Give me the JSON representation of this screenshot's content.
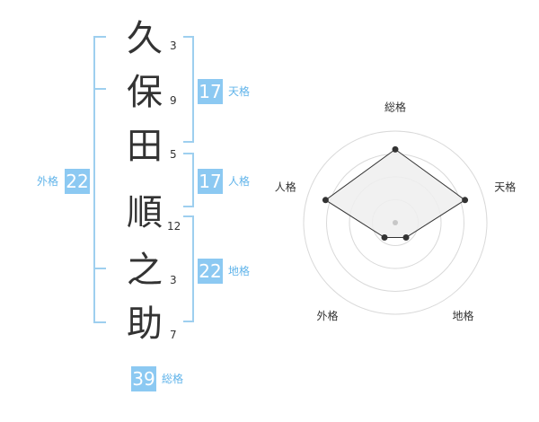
{
  "name": {
    "characters": [
      {
        "char": "久",
        "strokes": "3"
      },
      {
        "char": "保",
        "strokes": "9"
      },
      {
        "char": "田",
        "strokes": "5"
      },
      {
        "char": "順",
        "strokes": "12"
      },
      {
        "char": "之",
        "strokes": "3"
      },
      {
        "char": "助",
        "strokes": "7"
      }
    ]
  },
  "kaku": {
    "tenkaku": {
      "value": "17",
      "label": "天格"
    },
    "jinkaku": {
      "value": "17",
      "label": "人格"
    },
    "chikaku": {
      "value": "22",
      "label": "地格"
    },
    "gaikaku": {
      "value": "22",
      "label": "外格"
    },
    "soukaku": {
      "value": "39",
      "label": "総格"
    }
  },
  "radar": {
    "axes": [
      "総格",
      "天格",
      "地格",
      "外格",
      "人格"
    ],
    "values": [
      4,
      4,
      1,
      1,
      4
    ],
    "max": 5,
    "colors": {
      "ring": "#d9d9d9",
      "fill": "#eeeeee",
      "stroke": "#333333",
      "point": "#333333",
      "center": "#c7c7c7"
    }
  },
  "colors": {
    "bracket": "#9ecfef",
    "badge": "#8cc9f2",
    "label": "#61b4ea"
  }
}
